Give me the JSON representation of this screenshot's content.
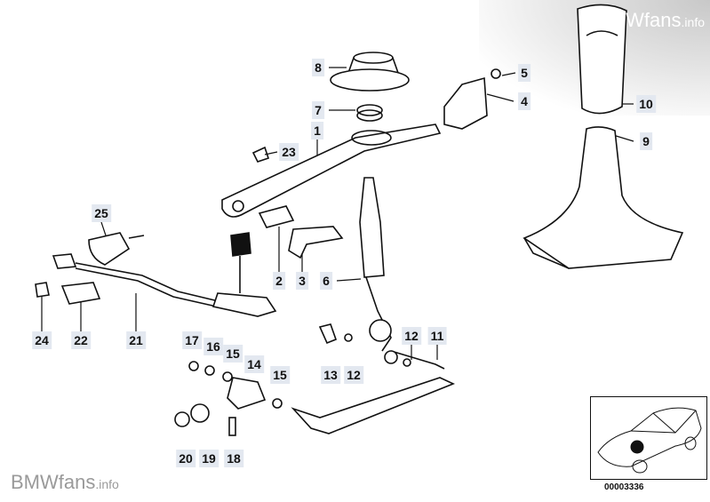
{
  "watermark_top": {
    "brand": "BMWfans",
    "suffix": ".info"
  },
  "watermark_bottom": {
    "brand": "BMWfans",
    "suffix": ".info"
  },
  "inset_code": "00003336",
  "labels": [
    "8",
    "7",
    "1",
    "23",
    "5",
    "4",
    "10",
    "9",
    "25",
    "2",
    "3",
    "6",
    "24",
    "22",
    "21",
    "17",
    "16",
    "15",
    "14",
    "15",
    "12",
    "11",
    "13",
    "12",
    "20",
    "19",
    "18"
  ],
  "colors": {
    "label_bg": "#e3e8f0",
    "line": "#111111"
  }
}
